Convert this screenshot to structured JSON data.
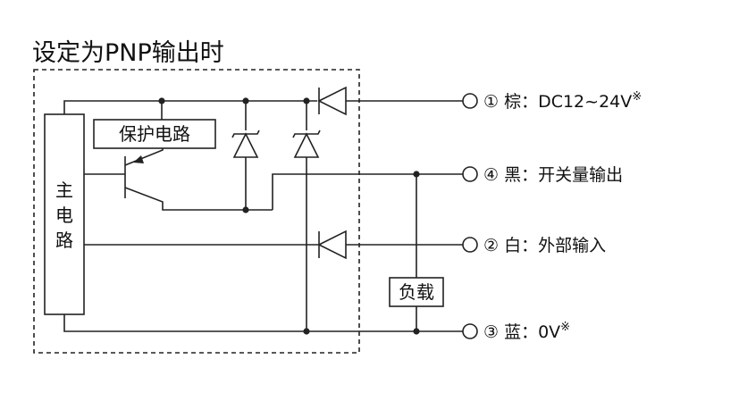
{
  "title": "设定为PNP输出时",
  "main_circuit": [
    "主",
    "电",
    "路"
  ],
  "protection_circuit": "保护电路",
  "load": "负载",
  "terminals": [
    {
      "label": "① 棕：DC12~24V",
      "mark": "※"
    },
    {
      "label": "④ 黑：开关量输出",
      "mark": ""
    },
    {
      "label": "② 白：外部输入",
      "mark": ""
    },
    {
      "label": "③ 蓝：0V",
      "mark": "※"
    }
  ]
}
